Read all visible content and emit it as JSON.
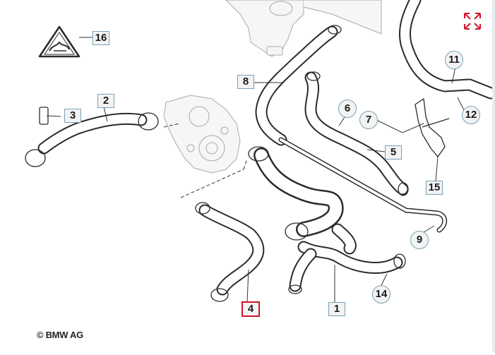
{
  "diagram": {
    "copyright": "© BMW AG",
    "labels": {
      "p1": "1",
      "p2": "2",
      "p3": "3",
      "p4": "4",
      "p5": "5",
      "p6": "6",
      "p7": "7",
      "p8": "8",
      "p9": "9",
      "p11": "11",
      "p12": "12",
      "p14": "14",
      "p15": "15",
      "p16": "16"
    },
    "colors": {
      "outline": "#2b2b2b",
      "label_border": "#7aa0b5",
      "highlight": "#d0162b",
      "ghost": "#a9a9a9"
    },
    "icons": {
      "expand": "expand-icon",
      "warning": "hot-coolant-warning-icon"
    }
  }
}
